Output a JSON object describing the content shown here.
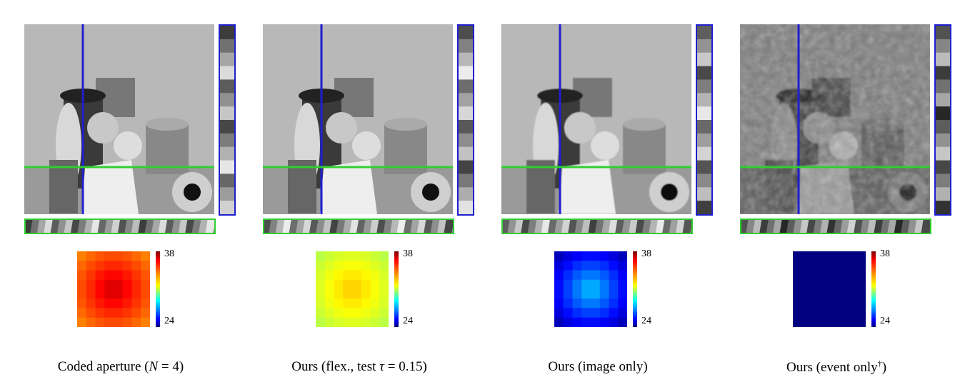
{
  "figure": {
    "colorbar": {
      "max_label": "38",
      "min_label": "24",
      "range": [
        24,
        38
      ]
    },
    "panels": [
      {
        "id": "coded-aperture",
        "caption_pre": "Coded aperture (",
        "caption_math": "N",
        "caption_eq": " = 4",
        "caption_post": ")",
        "image_style": "clean",
        "heatmap": {
          "type": "heatmap",
          "grid": 8,
          "center_value": 37.0,
          "edge_value": 34.5
        }
      },
      {
        "id": "flex",
        "caption_pre": "Ours (flex., test ",
        "caption_math": "τ",
        "caption_eq": " = 0.15",
        "caption_post": ")",
        "image_style": "clean",
        "heatmap": {
          "type": "heatmap",
          "grid": 8,
          "center_value": 33.6,
          "edge_value": 31.8
        }
      },
      {
        "id": "image-only",
        "caption_pre": "Ours (image only)",
        "caption_math": "",
        "caption_eq": "",
        "caption_post": "",
        "image_style": "slightly-blurred",
        "heatmap": {
          "type": "heatmap",
          "grid": 8,
          "center_value": 28.6,
          "edge_value": 24.8
        }
      },
      {
        "id": "event-only",
        "caption_pre": "Ours (event only",
        "caption_math": "",
        "caption_eq": "",
        "caption_sup": "†",
        "caption_post": ")",
        "image_style": "noisy",
        "heatmap": {
          "type": "heatmap",
          "grid": 8,
          "center_value": 22.0,
          "edge_value": 22.0
        }
      }
    ]
  }
}
